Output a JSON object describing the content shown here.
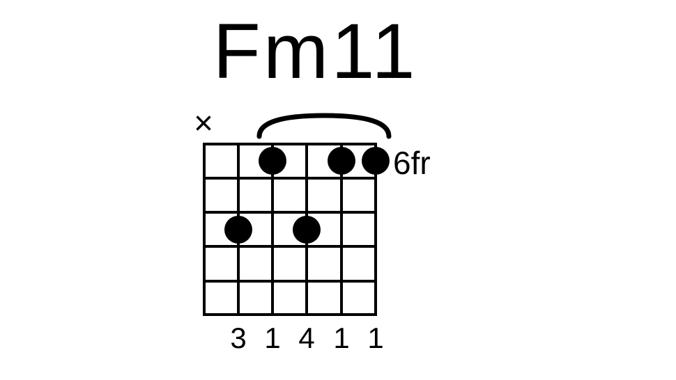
{
  "chord": {
    "name": "Fm11",
    "position_label": "6fr",
    "base_fret": 6,
    "strings": 6,
    "frets_shown": 5,
    "muted_strings": [
      1
    ],
    "muted_symbol": "×",
    "barre": {
      "fret": 1,
      "from_string": 3,
      "to_string": 6
    },
    "dots": [
      {
        "string": 3,
        "fret": 1
      },
      {
        "string": 5,
        "fret": 1
      },
      {
        "string": 6,
        "fret": 1
      },
      {
        "string": 2,
        "fret": 3
      },
      {
        "string": 4,
        "fret": 3
      }
    ],
    "fingers": [
      "",
      "3",
      "1",
      "4",
      "1",
      "1"
    ]
  },
  "colors": {
    "ink": "#000000",
    "background": "#ffffff"
  }
}
